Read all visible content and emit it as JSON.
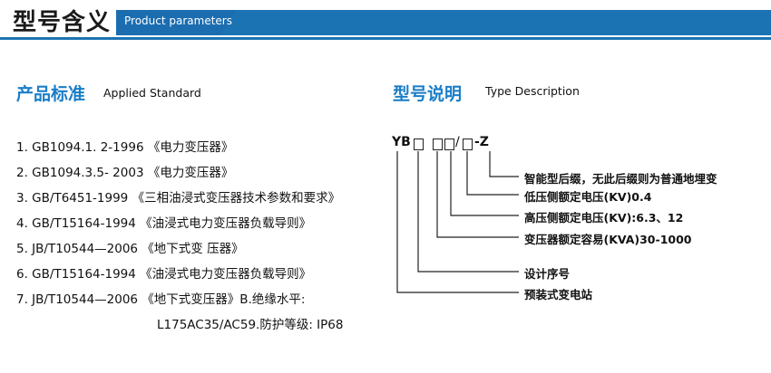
{
  "header": {
    "title": "型号含义",
    "tab": "Product parameters"
  },
  "standards_section": {
    "title": "产品标准",
    "subtitle": "Applied Standard",
    "items": [
      "1. GB1094.1. 2-1996 《电力变压器》",
      "2. GB1094.3.5- 2003 《电力变压器》",
      "3. GB/T6451-1999 《三相油浸式变压器技术参数和要求》",
      "4. GB/T15164-1994 《油浸式电力变压器负载导则》",
      "5. JB/T10544—2006 《地下式变 压器》",
      "6. GB/T15164-1994 《油浸式电力变压器负载导则》",
      "7. JB/T10544—2006 《地下式变压器》B.绝缘水平:"
    ],
    "continuation": "L175AC35/AC59.防护等级: IP68"
  },
  "type_section": {
    "title": "型号说明",
    "subtitle": "Type Description",
    "code_prefix": "YB",
    "code_slash": "/",
    "code_suffix": "-Z",
    "descriptions": [
      "智能型后缀，无此后缀则为普通地埋变",
      "低压侧额定电压(KV)0.4",
      "高压侧额定电压(KV):6.3、12",
      "变压器额定容易(KVA)30-1000",
      "设计序号",
      "预装式变电站"
    ]
  },
  "colors": {
    "accent_blue": "#1b73b3",
    "section_title_blue": "#1a7ec8"
  }
}
